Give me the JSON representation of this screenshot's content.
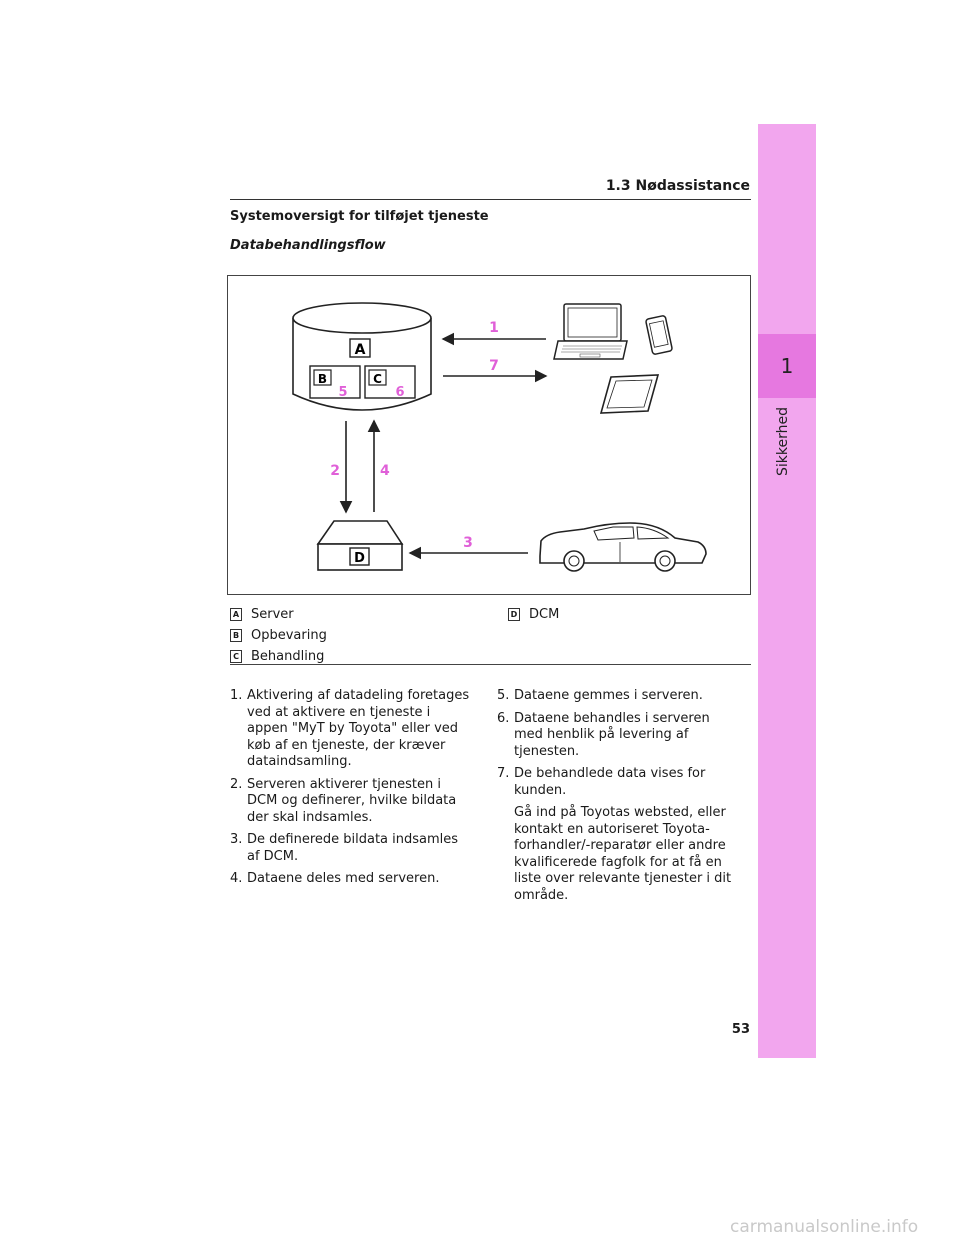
{
  "side_tab": {
    "number": "1",
    "label": "Sikkerhed"
  },
  "section_header": "1.3 Nødassistance",
  "title": "Systemoversigt for tilføjet tjeneste",
  "subtitle": "Databehandlingsflow",
  "diagram": {
    "label_a": "A",
    "label_b": "B",
    "label_c": "C",
    "label_d": "D",
    "steps": {
      "s1": "1",
      "s2": "2",
      "s3": "3",
      "s4": "4",
      "s5": "5",
      "s6": "6",
      "s7": "7"
    },
    "step_color": "#e060d8"
  },
  "legend": [
    {
      "key": "A",
      "text": "Server"
    },
    {
      "key": "B",
      "text": "Opbevaring"
    },
    {
      "key": "C",
      "text": "Behandling"
    },
    {
      "key": "D",
      "text": "DCM"
    }
  ],
  "steps_left": [
    {
      "num": "1.",
      "text": "Aktivering af datadeling foretages ved at aktivere en tjeneste i appen \"MyT by Toyota\" eller ved køb af en tjeneste, der kræver dataindsamling."
    },
    {
      "num": "2.",
      "text": "Serveren aktiverer tjenesten i DCM og definerer, hvilke bildata der skal indsamles."
    },
    {
      "num": "3.",
      "text": "De definerede bildata indsamles af DCM."
    },
    {
      "num": "4.",
      "text": "Dataene deles med serveren."
    }
  ],
  "steps_right": [
    {
      "num": "5.",
      "text": "Dataene gemmes i serveren."
    },
    {
      "num": "6.",
      "text": "Dataene behandles i serveren med henblik på levering af tjenesten."
    },
    {
      "num": "7.",
      "text": "De behandlede data vises for kunden."
    }
  ],
  "note": "Gå ind på Toyotas websted, eller kontakt en autoriseret Toyota-forhandler/-reparatør eller andre kvalificerede fagfolk for at få en liste over relevante tjenester i dit område.",
  "page_number": "53",
  "watermark": "carmanualsonline.info",
  "colors": {
    "tab_light": "#f2a6ee",
    "tab_dark": "#e678e0"
  }
}
